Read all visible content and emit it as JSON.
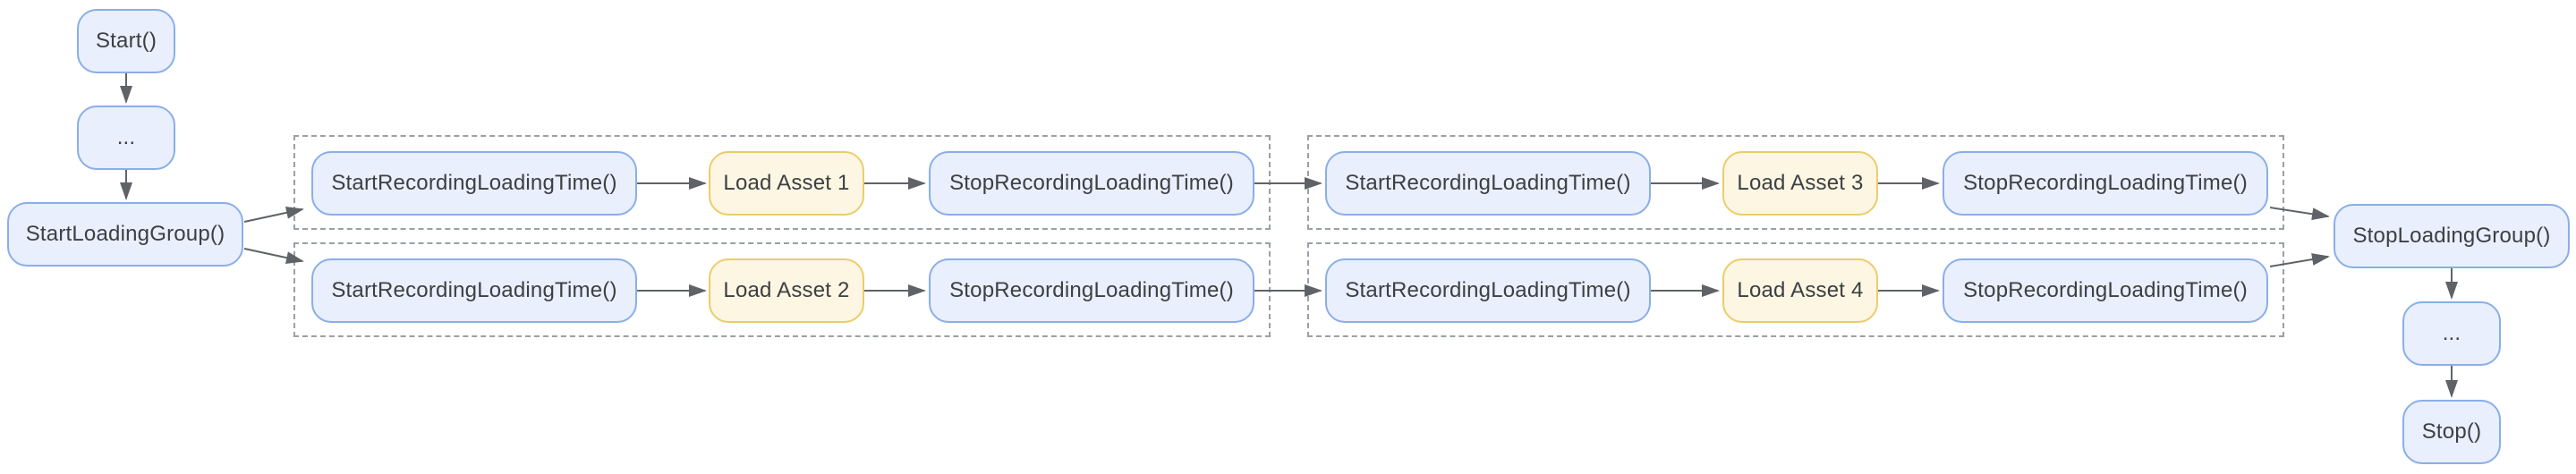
{
  "diagram": {
    "left_flow": {
      "start": "Start()",
      "ellipsis": "...",
      "start_loading_group": "StartLoadingGroup()"
    },
    "groups": [
      {
        "rows": [
          {
            "start": "StartRecordingLoadingTime()",
            "load": "Load Asset 1",
            "stop": "StopRecordingLoadingTime()"
          },
          {
            "start": "StartRecordingLoadingTime()",
            "load": "Load Asset 2",
            "stop": "StopRecordingLoadingTime()"
          }
        ]
      },
      {
        "rows": [
          {
            "start": "StartRecordingLoadingTime()",
            "load": "Load Asset 3",
            "stop": "StopRecordingLoadingTime()"
          },
          {
            "start": "StartRecordingLoadingTime()",
            "load": "Load Asset 4",
            "stop": "StopRecordingLoadingTime()"
          }
        ]
      }
    ],
    "right_flow": {
      "stop_loading_group": "StopLoadingGroup()",
      "ellipsis": "...",
      "stop": "Stop()"
    },
    "colors": {
      "node_fill": "#e9effc",
      "node_border": "#8aaee9",
      "asset_fill": "#fdf6e3",
      "asset_border": "#eccc69",
      "group_border": "#9aa0a6",
      "arrow": "#5f6368",
      "text": "#3c4043",
      "background": "#ffffff"
    }
  }
}
